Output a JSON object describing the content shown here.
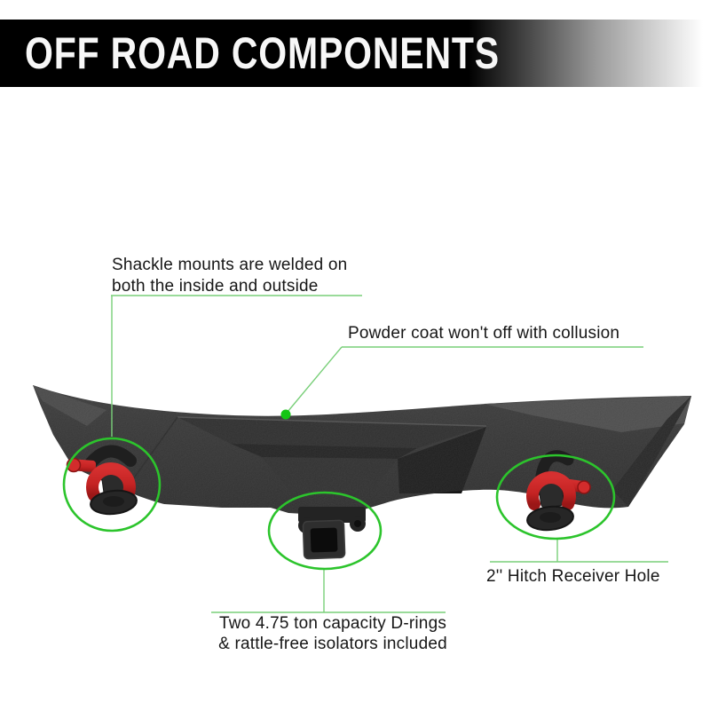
{
  "header": {
    "title": "OFF ROAD COMPONENTS"
  },
  "callouts": {
    "shackle_mounts": {
      "line1": "Shackle mounts are welded on",
      "line2": "both the inside and outside"
    },
    "powder_coat": {
      "line1": "Powder coat won't off with collusion"
    },
    "hitch_receiver": {
      "line1": "2'' Hitch Receiver Hole"
    },
    "d_rings": {
      "line1": "Two 4.75 ton capacity D-rings",
      "line2": "& rattle-free isolators included"
    }
  },
  "colors": {
    "banner_background": "#000000",
    "banner_text": "#f7f7f7",
    "annotation_circle_green": "#2cc42c",
    "connector_line_green": "#79cf79",
    "highlight_dot_green": "#14c514",
    "shackle_red": "#c42323",
    "bumper_body_gray": "#2e2e2e",
    "callout_text": "#161616"
  }
}
